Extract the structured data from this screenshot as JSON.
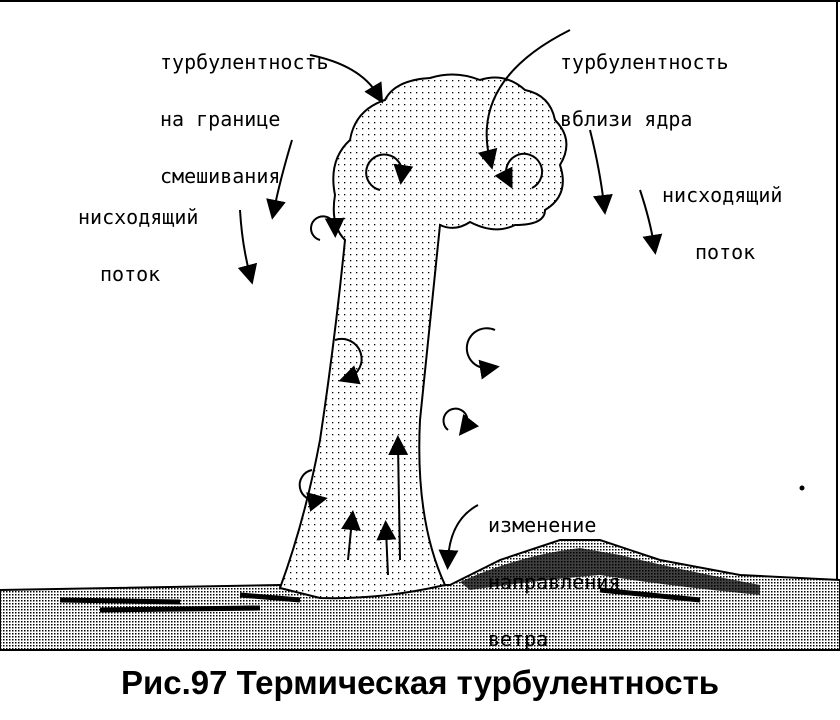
{
  "labels": {
    "mixing_boundary": [
      "турбулентность",
      "на границе",
      "смешивания"
    ],
    "near_core": [
      "турбулентность",
      "вблизи ядра"
    ],
    "downdraft_left": [
      "нисходящий",
      "поток"
    ],
    "downdraft_right": [
      "нисходящий",
      "поток"
    ],
    "wind_change": [
      "изменение",
      "направления",
      "ветра"
    ]
  },
  "caption": "Рис.97 Термическая турбулентность",
  "colors": {
    "ink": "#000000",
    "background": "#ffffff"
  }
}
